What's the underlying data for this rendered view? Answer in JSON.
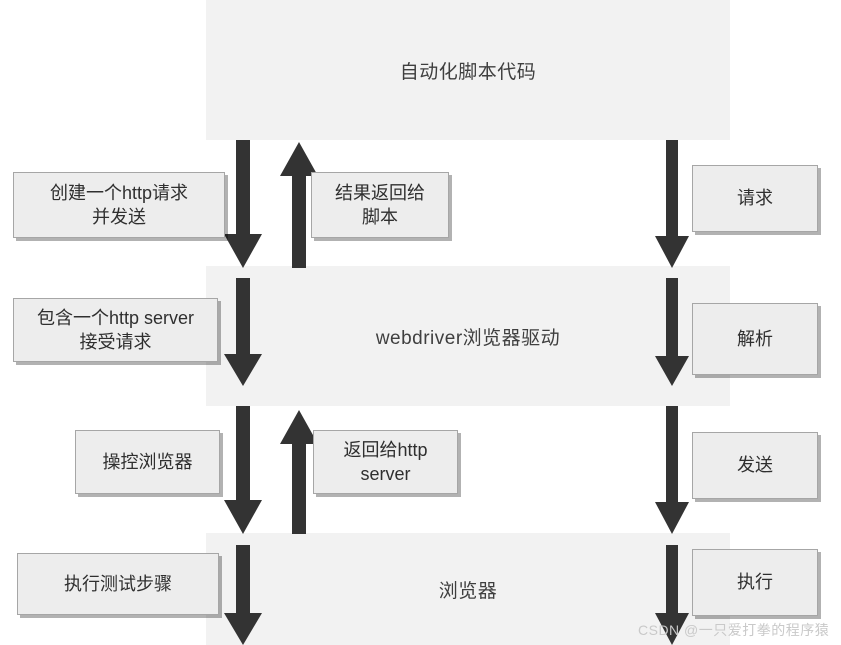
{
  "diagram": {
    "title_lanes": [
      {
        "id": "script",
        "label": "自动化脚本代码"
      },
      {
        "id": "webdriver",
        "label": "webdriver浏览器驱动"
      },
      {
        "id": "browser",
        "label": "浏览器"
      }
    ],
    "left_boxes": [
      {
        "id": "create-http-request",
        "label": "创建一个http请求\n并发送"
      },
      {
        "id": "contains-http-server",
        "label": "包含一个http server\n接受请求"
      },
      {
        "id": "control-browser",
        "label": "操控浏览器"
      },
      {
        "id": "execute-test-steps",
        "label": "执行测试步骤"
      }
    ],
    "return_boxes": [
      {
        "id": "result-return-to-script",
        "label": "结果返回给\n脚本"
      },
      {
        "id": "return-to-http-server",
        "label": "返回给http\nserver"
      }
    ],
    "right_boxes": [
      {
        "id": "request",
        "label": "请求"
      },
      {
        "id": "parse",
        "label": "解析"
      },
      {
        "id": "send",
        "label": "发送"
      },
      {
        "id": "execute",
        "label": "执行"
      }
    ],
    "arrows": [
      {
        "id": "down-arrow-left-1",
        "direction": "down"
      },
      {
        "id": "up-arrow-left-1",
        "direction": "up"
      },
      {
        "id": "down-arrow-left-2",
        "direction": "down"
      },
      {
        "id": "down-arrow-left-3",
        "direction": "down"
      },
      {
        "id": "up-arrow-left-2",
        "direction": "up"
      },
      {
        "id": "down-arrow-left-4",
        "direction": "down"
      },
      {
        "id": "down-arrow-right-1",
        "direction": "down"
      },
      {
        "id": "down-arrow-right-2",
        "direction": "down"
      },
      {
        "id": "down-arrow-right-3",
        "direction": "down"
      },
      {
        "id": "down-arrow-right-4",
        "direction": "down"
      }
    ],
    "watermark": "CSDN @一只爱打拳的程序猿",
    "colors": {
      "lane_fill": "#f2f2f2",
      "box_fill": "#ededed",
      "box_border": "#a6a6a6",
      "arrow_fill": "#333333",
      "text": "#2f2f2f",
      "watermark": "#c9c9c9",
      "background": "#ffffff"
    }
  }
}
